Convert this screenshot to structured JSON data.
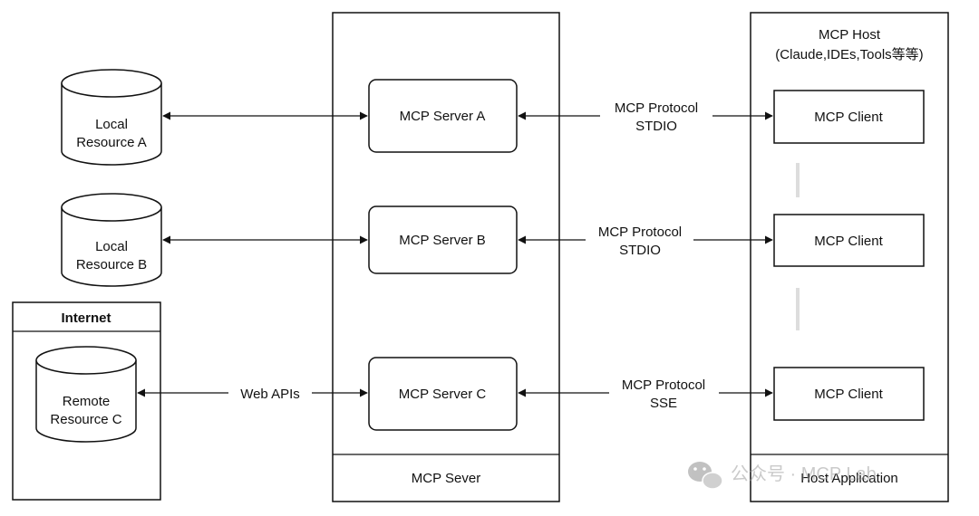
{
  "resources": {
    "a": {
      "line1": "Local",
      "line2": "Resource A"
    },
    "b": {
      "line1": "Local",
      "line2": "Resource B"
    },
    "c": {
      "line1": "Remote",
      "line2": "Resource C"
    }
  },
  "internet": {
    "title": "Internet"
  },
  "server_panel": {
    "footer": "MCP Sever"
  },
  "servers": {
    "a": "MCP Server A",
    "b": "MCP Server B",
    "c": "MCP Server C"
  },
  "web_apis_label": "Web APIs",
  "protocols": {
    "a": {
      "line1": "MCP Protocol",
      "line2": "STDIO"
    },
    "b": {
      "line1": "MCP Protocol",
      "line2": "STDIO"
    },
    "c": {
      "line1": "MCP Protocol",
      "line2": "SSE"
    }
  },
  "host_panel": {
    "title_line1": "MCP Host",
    "title_line2": "(Claude,IDEs,Tools等等)",
    "footer": "Host Application"
  },
  "clients": {
    "a": "MCP Client",
    "b": "MCP Client",
    "c": "MCP Client"
  },
  "watermark": {
    "text": "公众号 · MCP Lab"
  }
}
